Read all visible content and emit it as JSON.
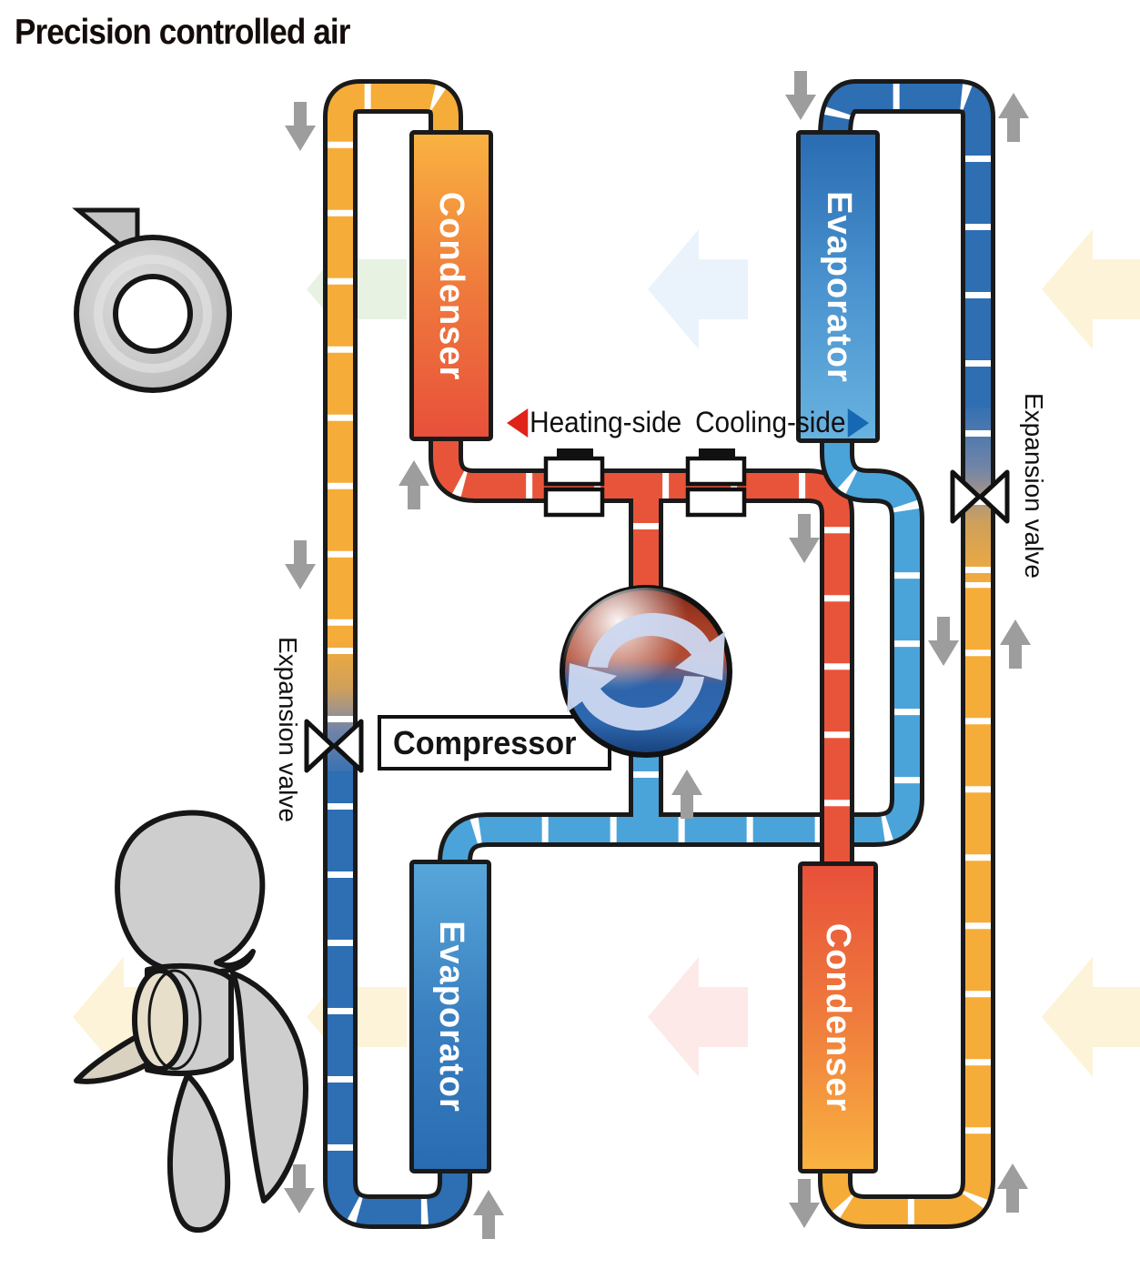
{
  "title": "Precision controlled air",
  "components": {
    "condenser_top_left": {
      "label": "Condenser"
    },
    "evaporator_top_right": {
      "label": "Evaporator"
    },
    "evaporator_bottom_left": {
      "label": "Evaporator"
    },
    "condenser_bottom_right": {
      "label": "Condenser"
    },
    "compressor": {
      "label": "Compressor"
    },
    "expansion_valve_left": {
      "label": "Expansion valve"
    },
    "expansion_valve_right": {
      "label": "Expansion valve"
    }
  },
  "legend": {
    "heating": {
      "label": "Heating-side",
      "marker": "left-triangle",
      "marker_color": "#e02318"
    },
    "cooling": {
      "label": "Cooling-side",
      "marker": "right-triangle",
      "marker_color": "#1668b3"
    }
  },
  "colors": {
    "hot_pipe_yellow": "#f6ac38",
    "hot_pipe_red": "#e8543a",
    "cold_pipe_dark_blue": "#2e6eb3",
    "suction_pipe_light_blue": "#4aa4da",
    "outline_black": "#1a1a1a",
    "flow_arrow_gray": "#9d9d9d",
    "airflow_green": "#e7f2e2",
    "airflow_blue": "#eaf3fb",
    "airflow_yellow": "#fcf3d8",
    "airflow_pink": "#fdeae8"
  },
  "icons": [
    "blower-fan-icon",
    "propeller-fan-icon",
    "compressor-cycle-icon",
    "expansion-valve-icon",
    "solenoid-valve-icon",
    "flow-arrow-icon",
    "airflow-arrow-icon"
  ],
  "flow_arrows": {
    "color": "#9d9d9d",
    "count": 13
  }
}
